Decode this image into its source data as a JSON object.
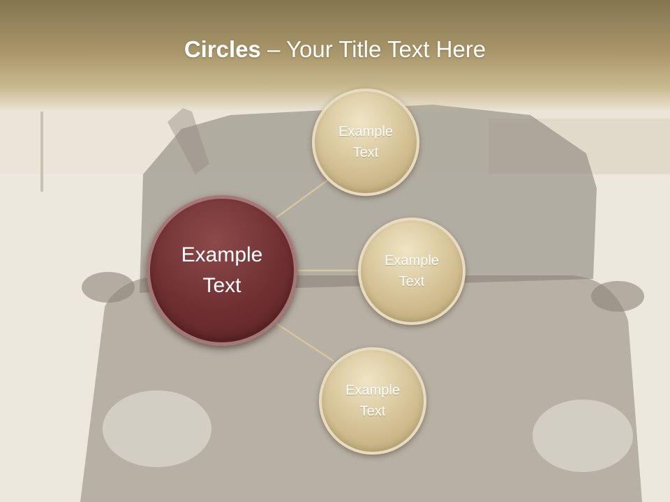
{
  "title": {
    "bold": "Circles",
    "rest": " – Your Title Text Here"
  },
  "center_node": {
    "line1": "Example",
    "line2": "Text"
  },
  "nodes": [
    {
      "line1": "Example",
      "line2": "Text"
    },
    {
      "line1": "Example",
      "line2": "Text"
    },
    {
      "line1": "Example",
      "line2": "Text"
    }
  ],
  "colors": {
    "header": "#a79468",
    "center_fill": "#6f2f31",
    "node_fill": "#d8c79c",
    "connector": "#d6c69c"
  }
}
